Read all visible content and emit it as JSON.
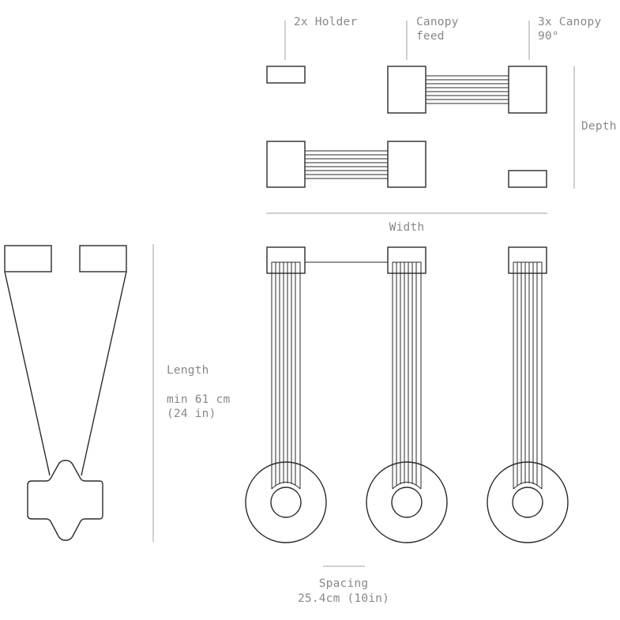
{
  "labels": {
    "holder": "2x Holder",
    "canopy_feed_1": "Canopy",
    "canopy_feed_2": "feed",
    "canopy_90_1": "3x Canopy",
    "canopy_90_2": "90°",
    "depth": "Depth",
    "width": "Width",
    "length": "Length",
    "length_min_1": "min 61 cm",
    "length_min_2": "(24 in)",
    "spacing": "Spacing",
    "spacing_value": "25.4cm (10in)"
  },
  "colors": {
    "line": "#2a2a2a",
    "dimension": "#a0a0a0",
    "text": "#888888",
    "background": "#ffffff"
  }
}
